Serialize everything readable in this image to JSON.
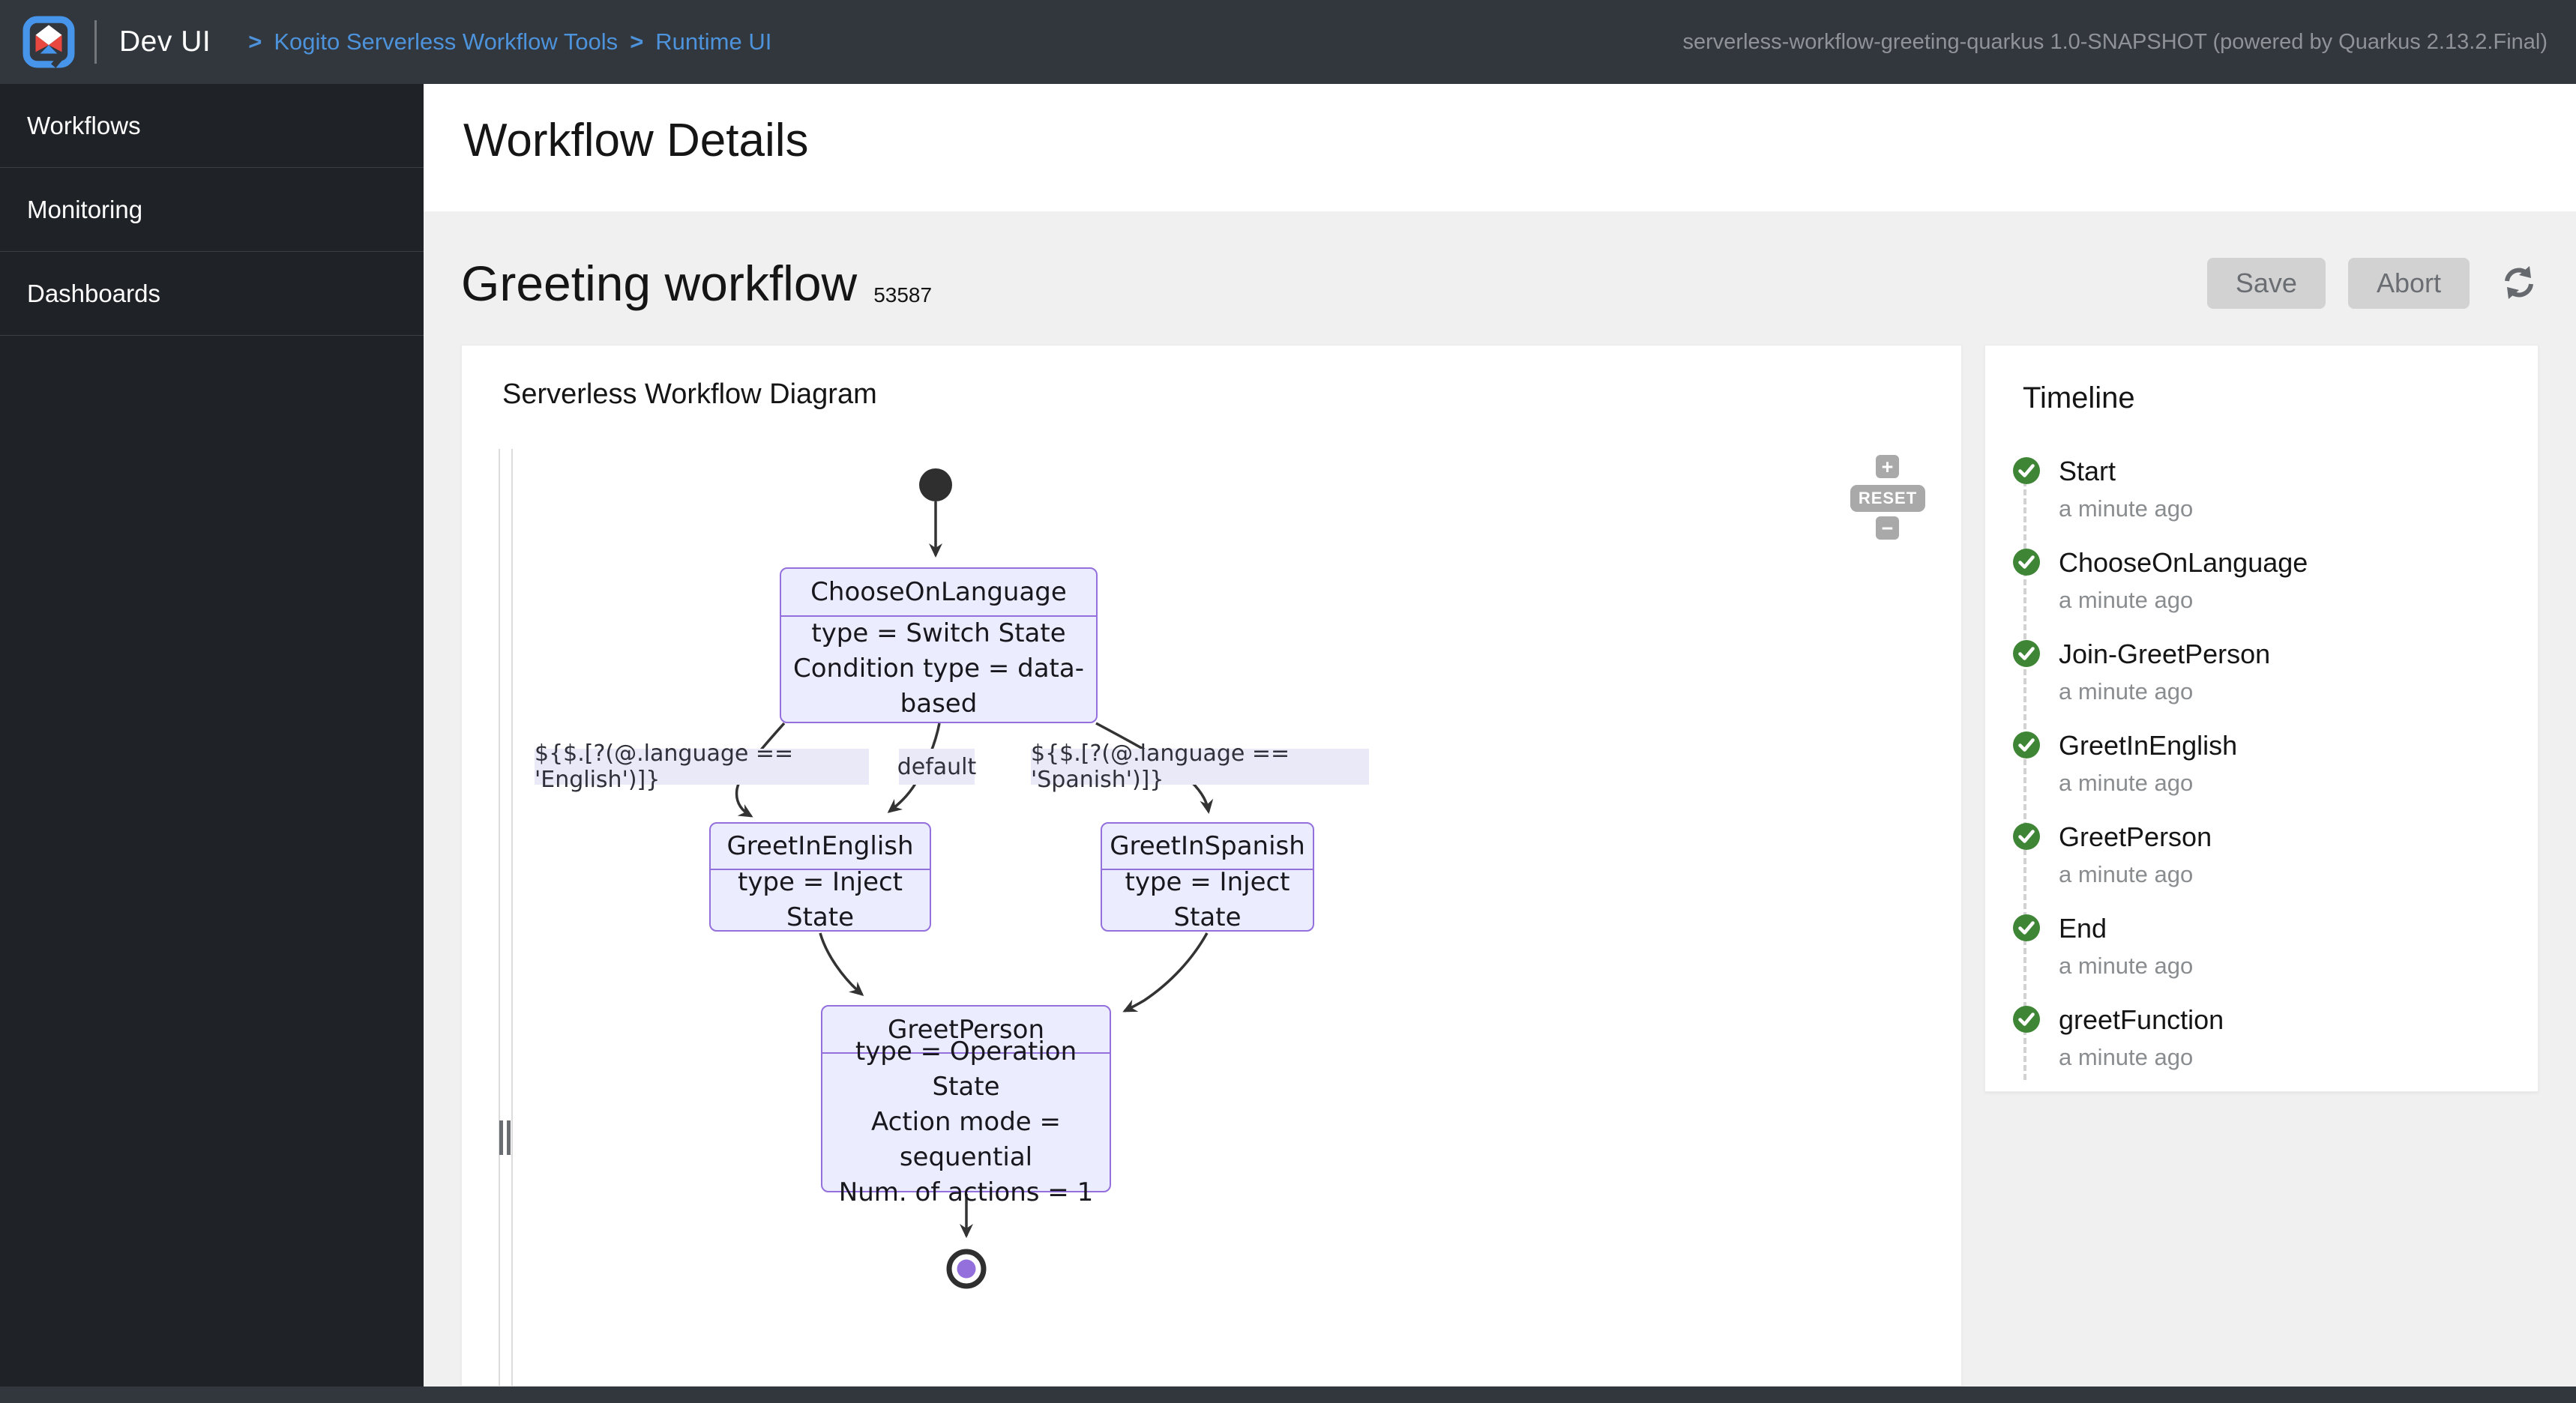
{
  "topbar": {
    "app_title": "Dev UI",
    "breadcrumb_sep": ">",
    "breadcrumb": [
      {
        "label": "Kogito Serverless Workflow Tools"
      },
      {
        "label": "Runtime UI"
      }
    ],
    "app_info": "serverless-workflow-greeting-quarkus 1.0-SNAPSHOT (powered by Quarkus 2.13.2.Final)"
  },
  "sidebar": {
    "items": [
      {
        "label": "Workflows"
      },
      {
        "label": "Monitoring"
      },
      {
        "label": "Dashboards"
      }
    ]
  },
  "page": {
    "title": "Workflow Details"
  },
  "workflow": {
    "name": "Greeting workflow",
    "id": "53587",
    "save_label": "Save",
    "abort_label": "Abort"
  },
  "diagram": {
    "title": "Serverless Workflow Diagram",
    "zoom_in": "+",
    "zoom_out": "−",
    "reset": "RESET",
    "nodes": {
      "choose": {
        "title": "ChooseOnLanguage",
        "lines": [
          "type = Switch State",
          "Condition type = data-based"
        ]
      },
      "english": {
        "title": "GreetInEnglish",
        "lines": [
          "type = Inject State"
        ]
      },
      "spanish": {
        "title": "GreetInSpanish",
        "lines": [
          "type = Inject State"
        ]
      },
      "person": {
        "title": "GreetPerson",
        "lines": [
          "type = Operation State",
          "Action mode = sequential",
          "Num. of actions = 1"
        ]
      }
    },
    "edge_labels": {
      "english": "${$.[?(@.language == 'English')]}",
      "default": "default",
      "spanish": "${$.[?(@.language == 'Spanish')]}"
    }
  },
  "timeline": {
    "title": "Timeline",
    "items": [
      {
        "label": "Start",
        "time": "a minute ago"
      },
      {
        "label": "ChooseOnLanguage",
        "time": "a minute ago"
      },
      {
        "label": "Join-GreetPerson",
        "time": "a minute ago"
      },
      {
        "label": "GreetInEnglish",
        "time": "a minute ago"
      },
      {
        "label": "GreetPerson",
        "time": "a minute ago"
      },
      {
        "label": "End",
        "time": "a minute ago"
      },
      {
        "label": "greetFunction",
        "time": "a minute ago"
      }
    ]
  },
  "colors": {
    "topbar_bg": "#32363d",
    "sidebar_bg": "#1f2226",
    "link_blue": "#4d93db",
    "section_bg": "#f0f0f0",
    "node_fill": "#ececff",
    "node_border": "#9370db",
    "edge_stroke": "#333333",
    "end_state_fill": "#9370db",
    "success_green": "#3e8635",
    "button_bg": "#d2d2d2"
  }
}
